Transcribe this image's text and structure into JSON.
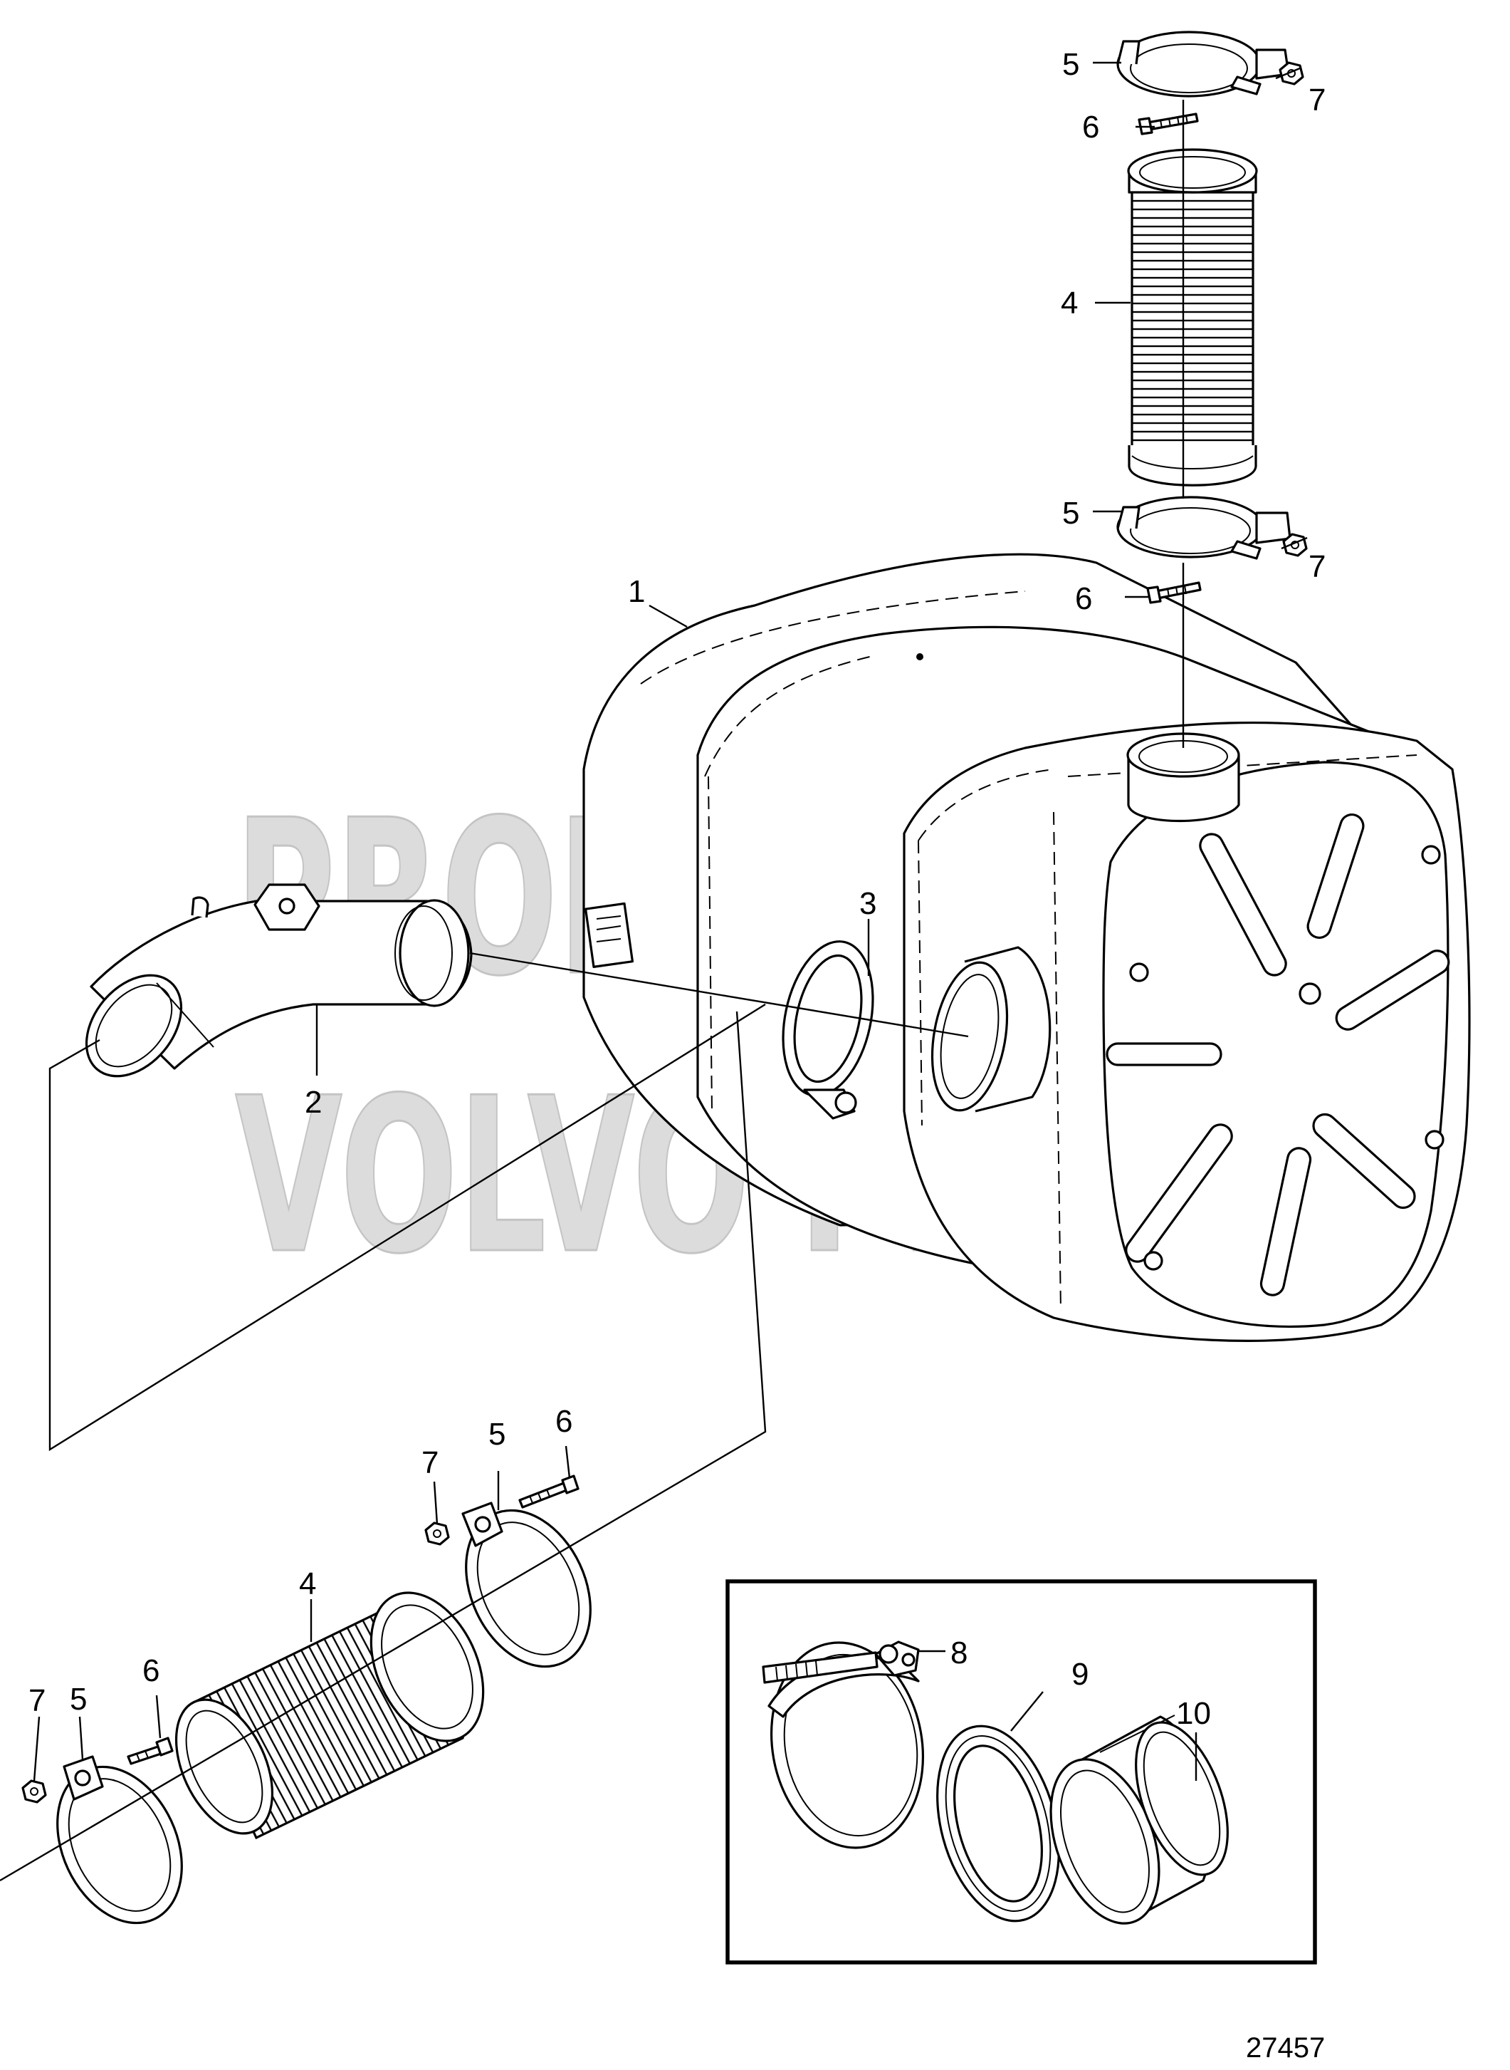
{
  "watermark": {
    "line1": "PROPERTY OF",
    "line2": "VOLVO PENTA"
  },
  "figure_ref": "27457",
  "labels": {
    "l1": "1",
    "l2": "2",
    "l3": "3",
    "l4a": "4",
    "l4b": "4",
    "l5a": "5",
    "l5b": "5",
    "l5c": "5",
    "l5d": "5",
    "l6a": "6",
    "l6b": "6",
    "l6c": "6",
    "l6d": "6",
    "l7a": "7",
    "l7b": "7",
    "l7c": "7",
    "l7d": "7",
    "l8": "8",
    "l9": "9",
    "l10": "10"
  }
}
